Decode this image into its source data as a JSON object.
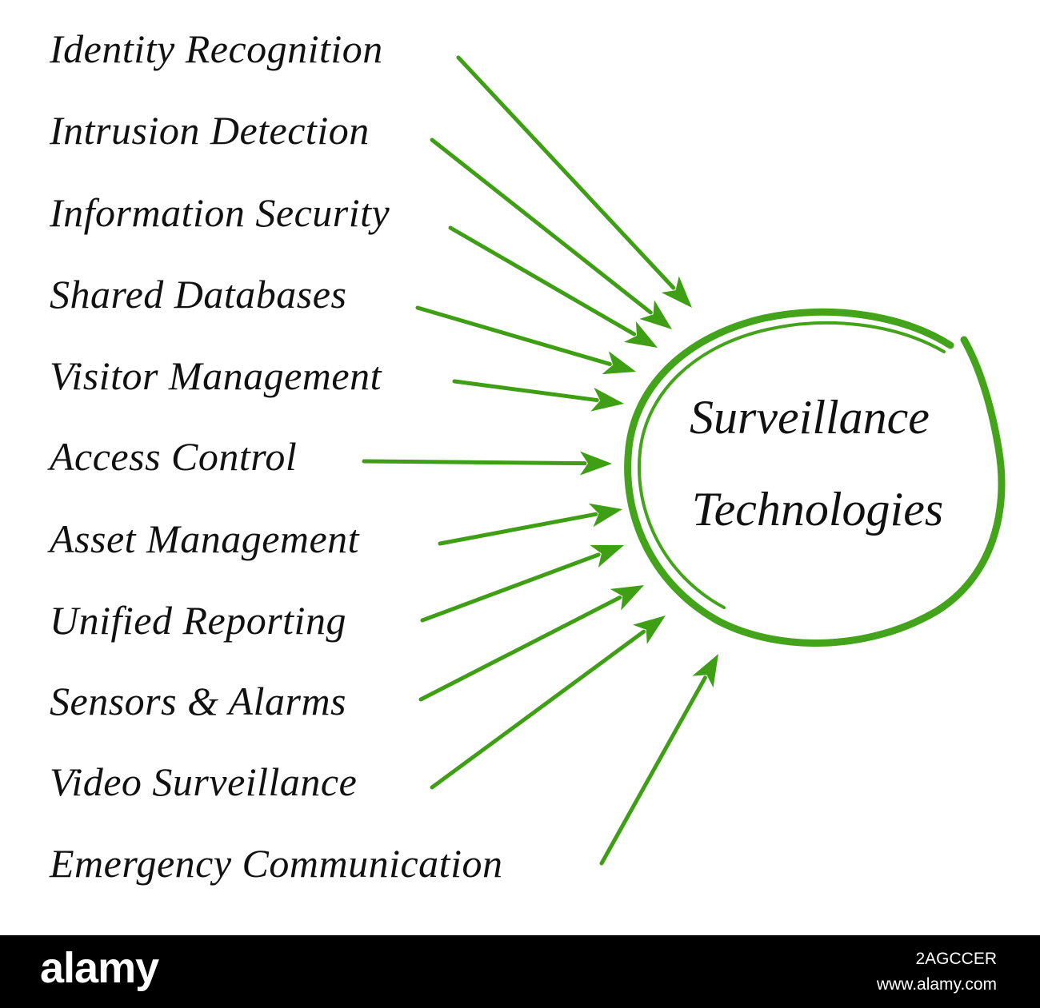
{
  "diagram": {
    "center": {
      "line1": "Surveillance",
      "line2": "Technologies"
    },
    "items": [
      "Identity Recognition",
      "Intrusion Detection",
      "Information Security",
      "Shared Databases",
      "Visitor Management",
      "Access Control",
      "Asset Management",
      "Unified Reporting",
      "Sensors & Alarms",
      "Video Surveillance",
      "Emergency Communication"
    ],
    "colors": {
      "arrow": "#3e9e14",
      "circle": "#43a31a",
      "text": "#111111"
    }
  },
  "footer": {
    "logo": "alamy",
    "image_id": "2AGCCER",
    "url": "www.alamy.com"
  }
}
